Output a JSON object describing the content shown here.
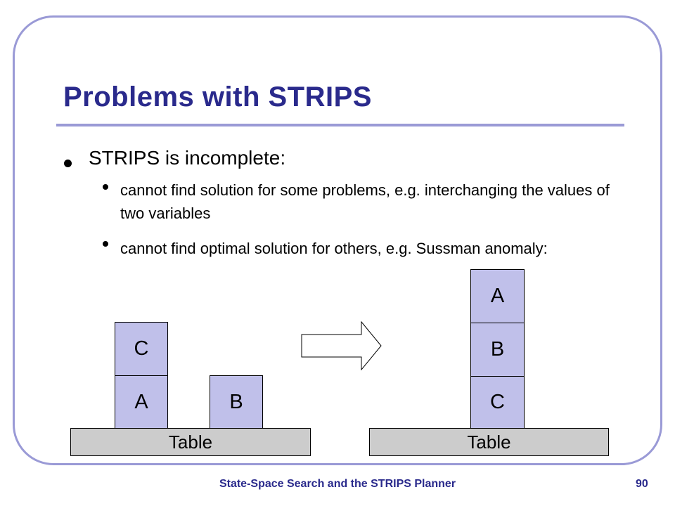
{
  "slide": {
    "title": "Problems with STRIPS",
    "bullet1": "STRIPS is incomplete:",
    "sub_bullets": [
      "cannot find solution for some problems, e.g. interchanging the values of two variables",
      "cannot find optimal solution for others, e.g. Sussman anomaly:"
    ]
  },
  "diagram": {
    "initial": {
      "blocks": [
        "C",
        "A",
        "B"
      ],
      "table_label": "Table"
    },
    "goal": {
      "blocks": [
        "A",
        "B",
        "C"
      ],
      "table_label": "Table"
    }
  },
  "footer": {
    "text": "State-Space Search and the STRIPS Planner",
    "page_number": "90"
  }
}
